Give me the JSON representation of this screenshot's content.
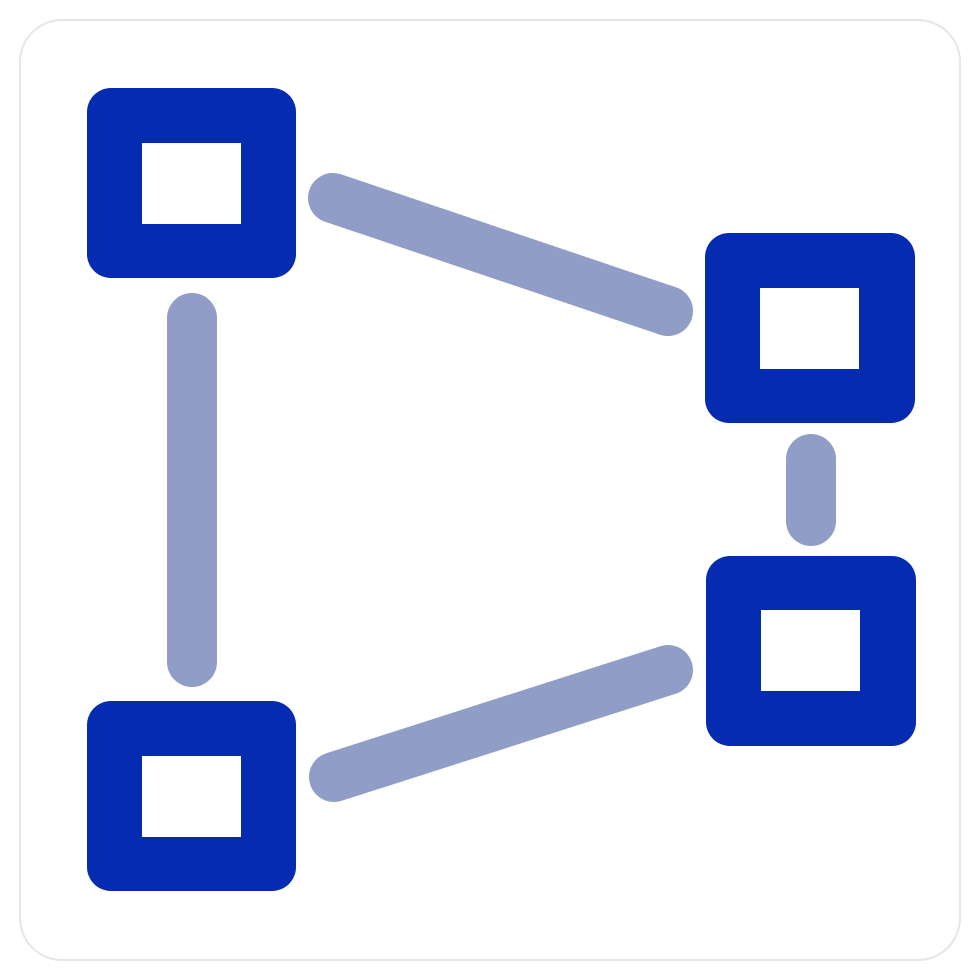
{
  "icon": {
    "name": "network-topology-icon",
    "description_colors": {
      "node_fill": "#052CB0",
      "node_inner": "#FFFFFF",
      "connector": "#8F9DC7",
      "frame_border": "#E6E6E6",
      "background": "#FFFFFF"
    },
    "nodes": [
      "top-left",
      "bottom-left",
      "top-right",
      "bottom-right"
    ],
    "connectors": [
      {
        "from": "top-left",
        "to": "bottom-left"
      },
      {
        "from": "top-left",
        "to": "top-right"
      },
      {
        "from": "top-right",
        "to": "bottom-right"
      },
      {
        "from": "bottom-left",
        "to": "bottom-right"
      }
    ]
  }
}
